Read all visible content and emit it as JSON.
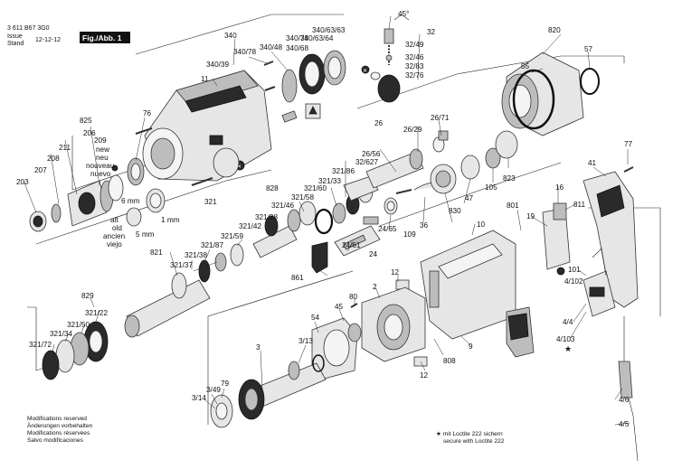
{
  "header": {
    "doc_number": "3 611 B67 3G0",
    "issue_label_en": "Issue",
    "issue_label_de": "Stand",
    "issue_date": "12-12-12",
    "fig_label": "Fig./Abb. 1"
  },
  "footer_left": [
    "Modifications reserved",
    "Änderungen vorbehalten",
    "Modifications réservées",
    "Salvo modificaciones"
  ],
  "footer_right": [
    "★ mit Loctite 222 sichern",
    "secure with Loctite 222"
  ],
  "callouts": {
    "c340a": "340",
    "c34078a": "340/78",
    "c34048": "340/48",
    "c34063": "340/63/63",
    "c32": "32",
    "c820": "820",
    "c34039": "340/39",
    "c34078b": "340/78",
    "c3406364": "340/63/64",
    "c34068": "340/68",
    "c3249": "32/49",
    "c57": "57",
    "c11": "11",
    "c3246": "32/46",
    "c3283": "32/83",
    "c3276": "32/76",
    "c55": "55",
    "c45deg": "45°",
    "c825": "825",
    "c76": "76",
    "c26": "26",
    "c2671": "26/71",
    "c2629": "26/29",
    "c77": "77",
    "c206": "206",
    "c211": "211",
    "c208": "208",
    "c207": "207",
    "c203": "203",
    "c209": "209",
    "c_new": "new",
    "c_neu": "neu",
    "c_nouveau": "nouveau",
    "c_nuevo": "nuevo",
    "c_alt": "alt",
    "c_old": "old",
    "c_ancien": "ancien",
    "c_viejo": "viejo",
    "c6mm": "6 mm",
    "c5mm": "5 mm",
    "c1mm": "1 mm",
    "c321": "321",
    "c828": "828",
    "c32160": "321/60",
    "c32133": "321/33",
    "c32186": "321/86",
    "c32627": "32/627",
    "c2656": "26/56",
    "c823": "823",
    "c105": "105",
    "c41": "41",
    "c47": "47",
    "c32158": "321/58",
    "c32146": "321/46",
    "c32128": "321/28",
    "c32142": "321/42",
    "c32159": "321/59",
    "c830": "830",
    "c36": "36",
    "c109": "109",
    "c801": "801",
    "c16": "16",
    "c811": "811",
    "c10": "10",
    "c19": "19",
    "c2465": "24/65",
    "c2461": "24/61",
    "c24": "24",
    "c821": "821",
    "c32187": "321/87",
    "c32138": "321/38",
    "c32137": "321/37",
    "c861": "861",
    "c12a": "12",
    "c12b": "12",
    "c80": "80",
    "c2": "2",
    "c101": "101",
    "c4102": "4/102",
    "c829": "829",
    "c32122": "321/22",
    "c32150": "321/50",
    "c32134": "321/34",
    "c32172": "321/72",
    "c54": "54",
    "c45": "45",
    "c44": "4/4",
    "c4103": "4/103",
    "c3": "3",
    "c313": "3/13",
    "c9": "9",
    "c808": "808",
    "c79": "79",
    "c349": "3/49",
    "c314": "3/14",
    "c46": "4/6",
    "c45b": "4/5"
  }
}
